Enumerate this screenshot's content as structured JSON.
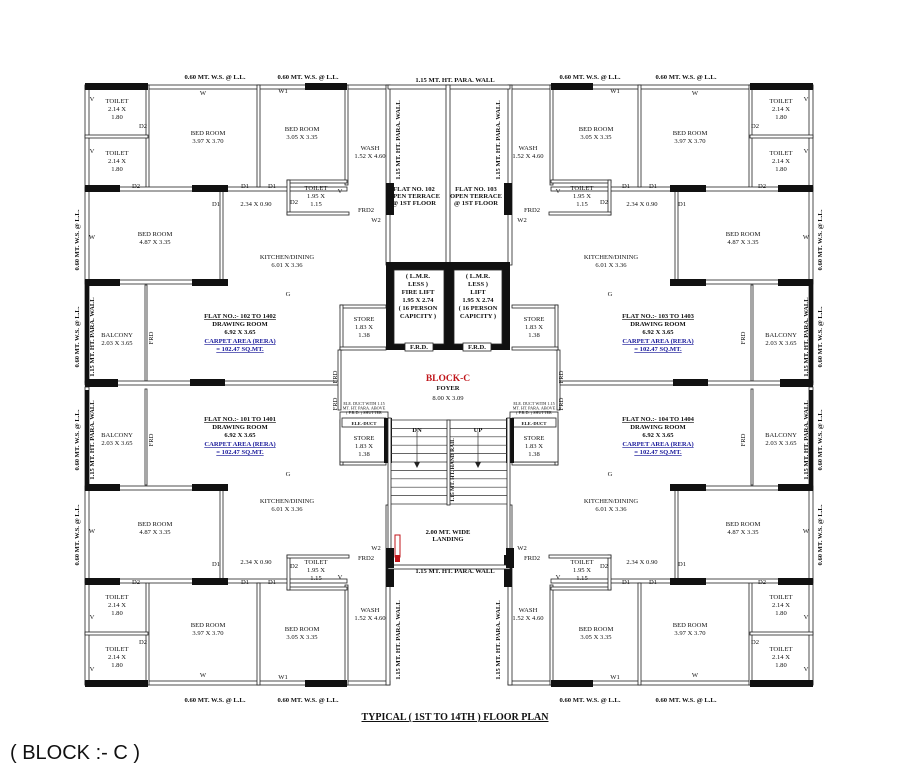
{
  "title": "TYPICAL ( 1ST TO 14TH ) FLOOR PLAN",
  "block_caption": "( BLOCK :- C )",
  "edge_labels": {
    "window_sill": "0.60 MT. W.S. @ L.L.",
    "parapet": "1.15 MT. HT. PARA. WALL"
  },
  "room_labels": [
    {
      "lines": [
        "TOILET",
        "2.14 X",
        "1.80"
      ]
    },
    {
      "lines": [
        "TOILET",
        "2.14 X",
        "1.80"
      ]
    },
    {
      "lines": [
        "BED ROOM",
        "3.97 X 3.70"
      ]
    },
    {
      "lines": [
        "BED ROOM",
        "3.05 X 3.35"
      ]
    },
    {
      "lines": [
        "WASH",
        "1.52 X 4.60"
      ]
    },
    {
      "lines": [
        "TOILET",
        "1.95 X",
        "1.15"
      ]
    },
    {
      "lines": [
        "2.34 X 0.90"
      ]
    },
    {
      "lines": [
        "BED ROOM",
        "4.87 X 3.35"
      ]
    },
    {
      "lines": [
        "KITCHEN/DINING",
        "6.01 X 3.36"
      ]
    },
    {
      "lines": [
        "BALCONY",
        "2.03 X 3.65"
      ]
    },
    {
      "lines": [
        "STORE",
        "1.83 X",
        "1.38"
      ]
    }
  ],
  "opening_marks": [
    "V",
    "D2",
    "V",
    "D2",
    "W",
    "W1",
    "D1",
    "D1",
    "D1",
    "V",
    "D2",
    "FRD2",
    "W2",
    "W",
    "G",
    "FRD"
  ],
  "flats": [
    {
      "position": "top-left",
      "flat_no": "FLAT NO.:- 102 TO 1402",
      "room": "DRAWING ROOM",
      "size": "6.92 X 3.65",
      "carpet_label": "CARPET AREA (RERA)",
      "carpet_value": "= 102.47 SQ.MT."
    },
    {
      "position": "top-right",
      "flat_no": "FLAT NO.:- 103 TO 1403",
      "room": "DRAWING ROOM",
      "size": "6.92 X 3.65",
      "carpet_label": "CARPET AREA (RERA)",
      "carpet_value": "= 102.47 SQ.MT."
    },
    {
      "position": "bottom-left",
      "flat_no": "FLAT NO.:- 101 TO 1401",
      "room": "DRAWING ROOM",
      "size": "6.92 X 3.65",
      "carpet_label": "CARPET AREA (RERA)",
      "carpet_value": "= 102.47 SQ.MT."
    },
    {
      "position": "bottom-right",
      "flat_no": "FLAT NO.:- 104 TO 1404",
      "room": "DRAWING ROOM",
      "size": "6.92 X 3.65",
      "carpet_label": "CARPET AREA (RERA)",
      "carpet_value": "= 102.47 SQ.MT."
    }
  ],
  "core": {
    "terraces": [
      {
        "lines": [
          "FLAT NO. 102",
          "OPEN TERRACE",
          "@ 1ST FLOOR"
        ]
      },
      {
        "lines": [
          "FLAT NO. 103",
          "OPEN TERRACE",
          "@ 1ST FLOOR"
        ]
      }
    ],
    "lifts": [
      {
        "lines": [
          "( L.M.R.",
          "LESS )",
          "FIRE LIFT",
          "1.95 X 2.74",
          "( 16 PERSON",
          "CAPICITY )"
        ]
      },
      {
        "lines": [
          "( L.M.R.",
          "LESS )",
          "LIFT",
          "1.95 X 2.74",
          "( 16 PERSON",
          "CAPICITY )"
        ]
      }
    ],
    "lift_door": "F.R.D.",
    "block_name": "BLOCK-C",
    "block_color": "#c0161b",
    "foyer": "FOYER",
    "foyer_size": "8.00 X 3.09",
    "duct_note": [
      "ELE. DUCT WITH 1.15",
      "MT. HT. PARA. ABOVE",
      "( F.R.D. ) SHUTTER"
    ],
    "duct_label": "ELE.-DUCT",
    "stair_down": "DN",
    "stair_up": "UP",
    "hand_rail": "1.15 MT. HT. HAND RAIL",
    "landing": [
      "2.00 MT. WIDE",
      "LANDING"
    ]
  }
}
